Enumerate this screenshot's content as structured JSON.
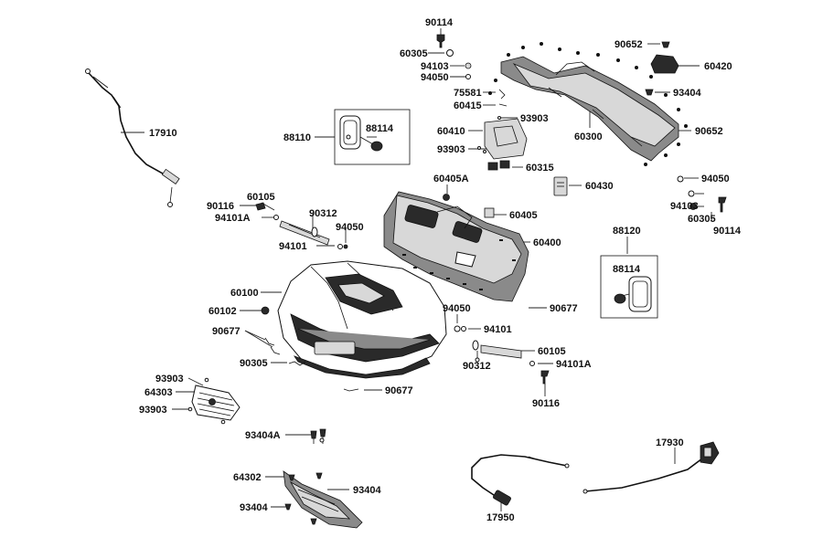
{
  "labels": {
    "p90114_top": "90114",
    "p60305_top": "60305",
    "p94103_top": "94103",
    "p94050_top": "94050",
    "p90652_top": "90652",
    "p60420": "60420",
    "p93404_right": "93404",
    "p75581": "75581",
    "p60415": "60415",
    "p93903_mid": "93903",
    "p60410": "60410",
    "p60300": "60300",
    "p90652_right": "90652",
    "p93903_left": "93903",
    "p60315": "60315",
    "p17910": "17910",
    "p88110": "88110",
    "p88114_left": "88114",
    "p60405A": "60405A",
    "p60430": "60430",
    "p94050_right": "94050",
    "p94103_right": "94103",
    "p60305_right": "60305",
    "p90114_right": "90114",
    "p90116_left": "90116",
    "p60105_left": "60105",
    "p94101A_left": "94101A",
    "p90312_left": "90312",
    "p94050_left": "94050",
    "p94101_left": "94101",
    "p60405": "60405",
    "p60400": "60400",
    "p88120": "88120",
    "p88114_right": "88114",
    "p60100": "60100",
    "p60102": "60102",
    "p94050_center": "94050",
    "p90677_right": "90677",
    "p90677_left": "90677",
    "p94101_center": "94101",
    "p60105_center": "60105",
    "p90305": "90305",
    "p90312_center": "90312",
    "p94101A_center": "94101A",
    "p93903_grille_top": "93903",
    "p64303": "64303",
    "p93903_grille_bottom": "93903",
    "p90677_bottom": "90677",
    "p90116_center": "90116",
    "p93404A": "93404A",
    "p17930": "17930",
    "p64302": "64302",
    "p93404_bottom_right": "93404",
    "p93404_bottom_left": "93404",
    "p17950": "17950"
  }
}
